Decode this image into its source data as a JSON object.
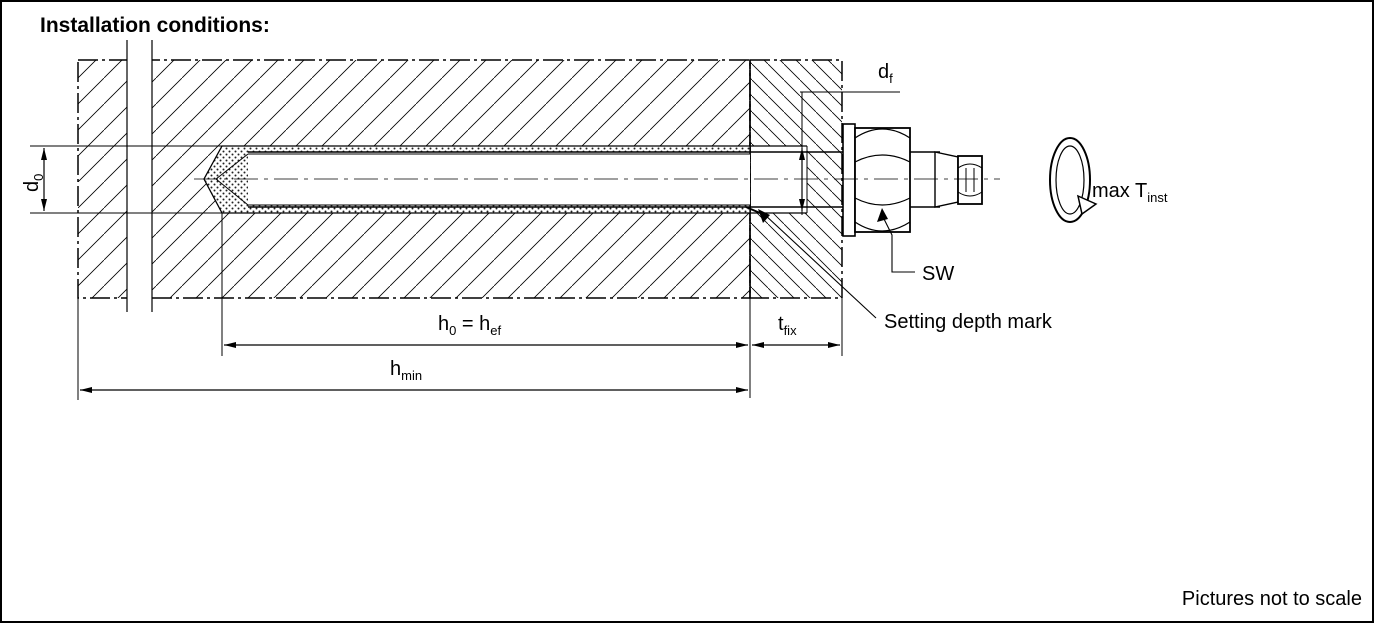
{
  "title": "Installation conditions:",
  "footer_note": "Pictures not to scale",
  "labels": {
    "d0": {
      "main": "d",
      "sub": "0"
    },
    "df": {
      "main": "d",
      "sub": "f"
    },
    "torque": {
      "main": "max T",
      "sub": "inst"
    },
    "sw": "SW",
    "setting_depth": "Setting depth mark",
    "h0_hef": {
      "main1": "h",
      "sub1": "0",
      "mid": " = h",
      "sub2": "ef"
    },
    "tfix": {
      "main": "t",
      "sub": "fix"
    },
    "hmin": {
      "main": "h",
      "sub": "min"
    }
  }
}
